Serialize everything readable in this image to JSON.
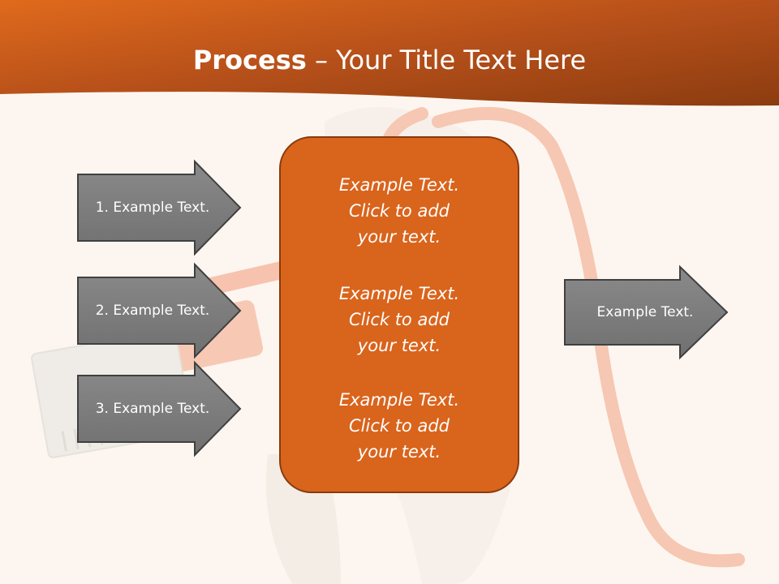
{
  "title": {
    "bold": "Process",
    "rest": " – Your Title Text Here"
  },
  "left_arrows": [
    {
      "label": "1. Example Text."
    },
    {
      "label": "2. Example Text."
    },
    {
      "label": "3. Example Text."
    }
  ],
  "center_box": {
    "items": [
      {
        "line1": "Example Text.",
        "line2": "Click  to add",
        "line3": "your text."
      },
      {
        "line1": "Example Text.",
        "line2": "Click  to add",
        "line3": "your text."
      },
      {
        "line1": "Example Text.",
        "line2": "Click  to add",
        "line3": "your text."
      }
    ]
  },
  "right_arrow": {
    "label": "Example Text."
  },
  "colors": {
    "header": "#c2561a",
    "box": "#d9641c",
    "arrow": "#7f7f7f",
    "background": "#fdf6f0"
  }
}
